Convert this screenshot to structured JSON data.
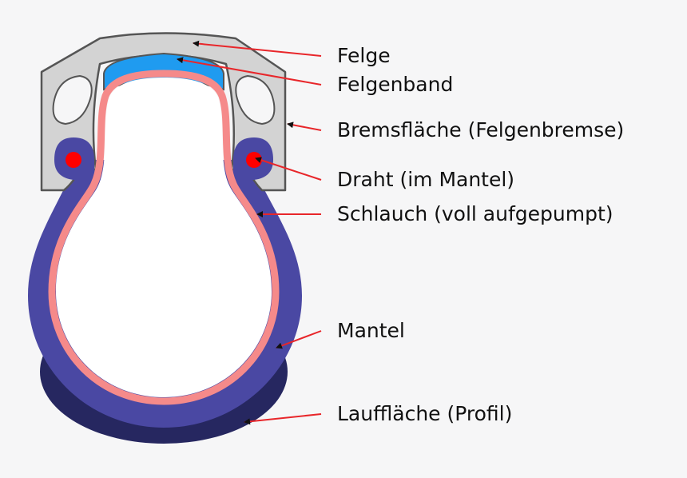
{
  "labels": {
    "felge": "Felge",
    "felgenband": "Felgenband",
    "bremsflaeche": "Bremsfläche (Felgenbremse)",
    "draht": "Draht (im Mantel)",
    "schlauch": "Schlauch (voll aufgepumpt)",
    "mantel": "Mantel",
    "lauffl": "Lauffläche (Profil)"
  },
  "colors": {
    "background": "#f6f6f7",
    "rim": "#d3d3d3",
    "rim_stroke": "#555555",
    "rim_tape": "#1f9bf0",
    "tube": "#f58a8a",
    "tire": "#4a48a3",
    "tread": "#262760",
    "wire": "#ff0000",
    "leader": "#e8262a",
    "arrowhead": "#111111"
  }
}
